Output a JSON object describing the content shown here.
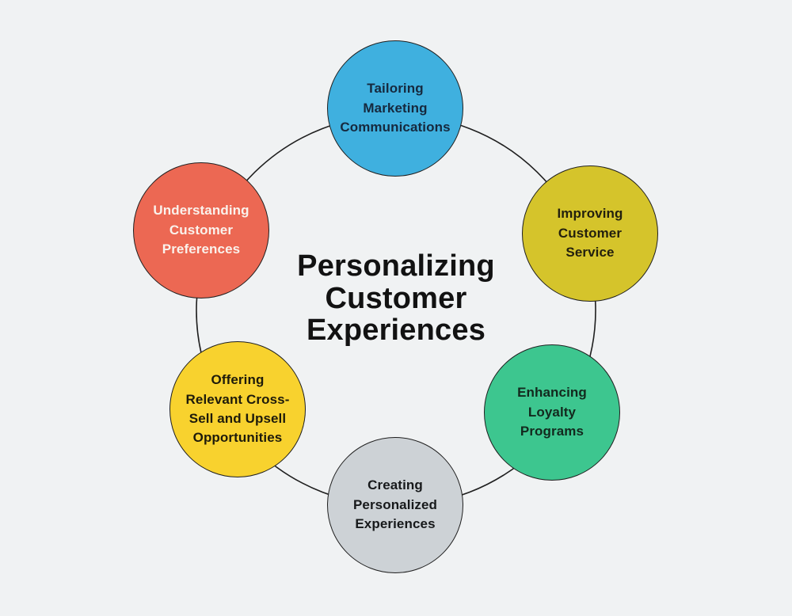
{
  "diagram": {
    "title": "Personalizing\nCustomer\nExperiences",
    "title_color": "#121212",
    "background": "#F0F2F3",
    "ring_color": "#1F1F1F",
    "nodes": [
      {
        "id": "tailoring-marketing-communications",
        "label": "Tailoring\nMarketing\nCommunications",
        "fill": "#3FB0DF",
        "text_color": "#16293E",
        "position": "top"
      },
      {
        "id": "improving-customer-service",
        "label": "Improving\nCustomer\nService",
        "fill": "#D5C42B",
        "text_color": "#23200E",
        "position": "top-right"
      },
      {
        "id": "enhancing-loyalty-programs",
        "label": "Enhancing\nLoyalty\nPrograms",
        "fill": "#3DC68F",
        "text_color": "#13291E",
        "position": "bottom-right"
      },
      {
        "id": "creating-personalized-experiences",
        "label": "Creating\nPersonalized\nExperiences",
        "fill": "#CDD2D6",
        "text_color": "#17191B",
        "position": "bottom"
      },
      {
        "id": "offering-cross-sell-upsell-opportunities",
        "label": "Offering\nRelevant Cross-\nSell and Upsell\nOpportunities",
        "fill": "#F8D22E",
        "text_color": "#1E1B0B",
        "position": "bottom-left"
      },
      {
        "id": "understanding-customer-preferences",
        "label": "Understanding\nCustomer\nPreferences",
        "fill": "#EC6853",
        "text_color": "#FAF2EC",
        "position": "top-left"
      }
    ]
  }
}
